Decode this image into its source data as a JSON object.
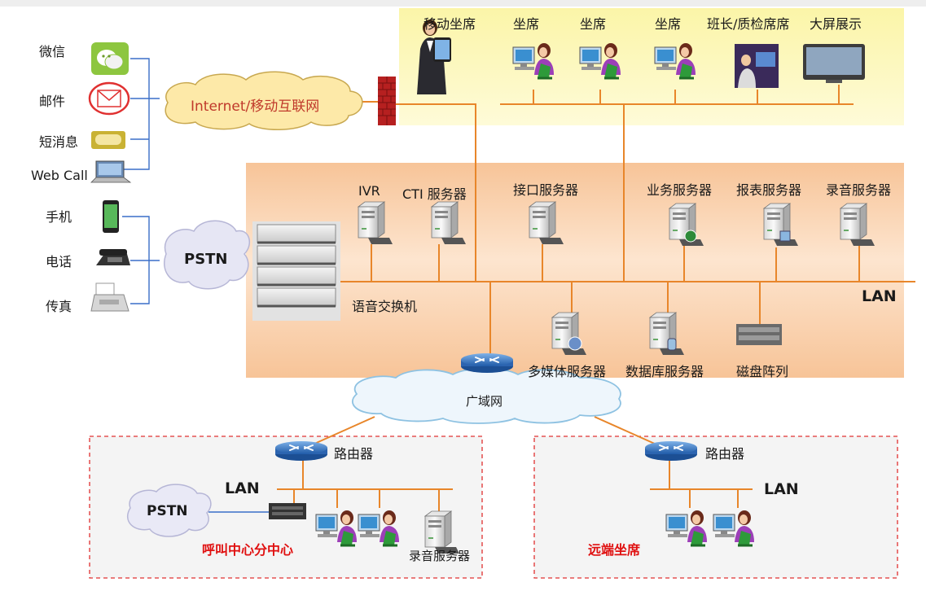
{
  "channels": {
    "wechat": "微信",
    "email": "邮件",
    "sms": "短消息",
    "webcall": "Web Call",
    "mobile": "手机",
    "phone": "电话",
    "fax": "传真"
  },
  "clouds": {
    "internet": "Internet/移动互联网",
    "pstn_main": "PSTN",
    "wan": "广域网",
    "pstn_branch": "PSTN"
  },
  "top_zone": {
    "mobile_agent": "移动坐席",
    "agent": "坐席",
    "supervisor": "班长/质检席席",
    "big_screen": "大屏展示"
  },
  "mid_zone": {
    "ivr": "IVR",
    "cti": "CTI 服务器",
    "interface": "接口服务器",
    "business": "业务服务器",
    "report": "报表服务器",
    "recording": "录音服务器",
    "switch": "语音交换机",
    "multimedia": "多媒体服务器",
    "database": "数据库服务器",
    "disk": "磁盘阵列",
    "lan": "LAN"
  },
  "branch": {
    "router": "路由器",
    "lan": "LAN",
    "name": "呼叫中心分中心",
    "recording": "录音服务器"
  },
  "remote": {
    "router": "路由器",
    "lan": "LAN",
    "name": "远端坐席"
  },
  "colors": {
    "wire": "#e8862a",
    "blue_wire": "#3a6ec8",
    "top_zone": "#fbf7b4",
    "mid_zone": "#f9d2ac",
    "cloud": "#fdeeb0",
    "red_label": "#e01010"
  }
}
